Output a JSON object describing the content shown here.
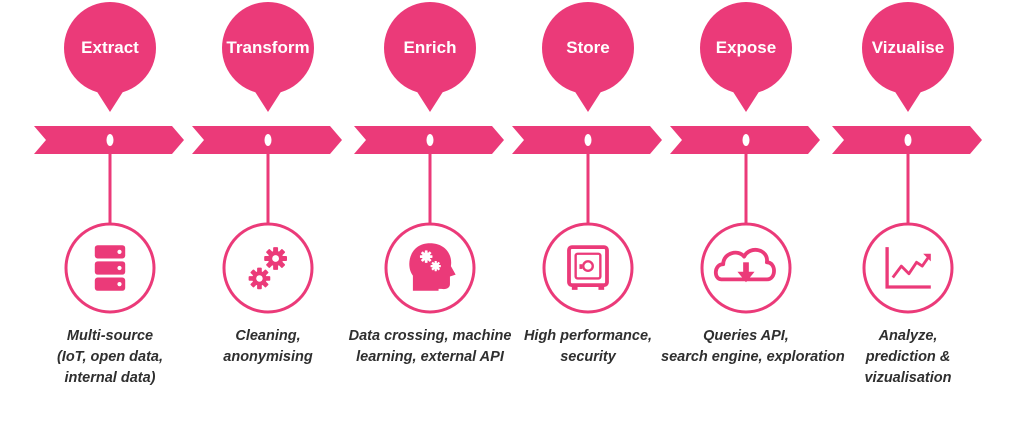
{
  "accent_color": "#eb3a79",
  "steps": [
    {
      "title": "Extract",
      "icon": "database-icon",
      "description": [
        "Multi-source",
        "(IoT, open data,",
        "internal data)"
      ]
    },
    {
      "title": "Transform",
      "icon": "gears-icon",
      "description": [
        "Cleaning,",
        "anonymising"
      ]
    },
    {
      "title": "Enrich",
      "icon": "head-gears-icon",
      "description": [
        "Data crossing, machine",
        "learning, external API"
      ]
    },
    {
      "title": "Store",
      "icon": "safe-icon",
      "description": [
        "High performance,",
        "security"
      ]
    },
    {
      "title": "Expose",
      "icon": "cloud-download-icon",
      "description": [
        "Queries API,",
        "search engine, exploration"
      ]
    },
    {
      "title": "Vizualise",
      "icon": "line-chart-icon",
      "description": [
        "Analyze,",
        "prediction &",
        "vizualisation"
      ]
    }
  ]
}
